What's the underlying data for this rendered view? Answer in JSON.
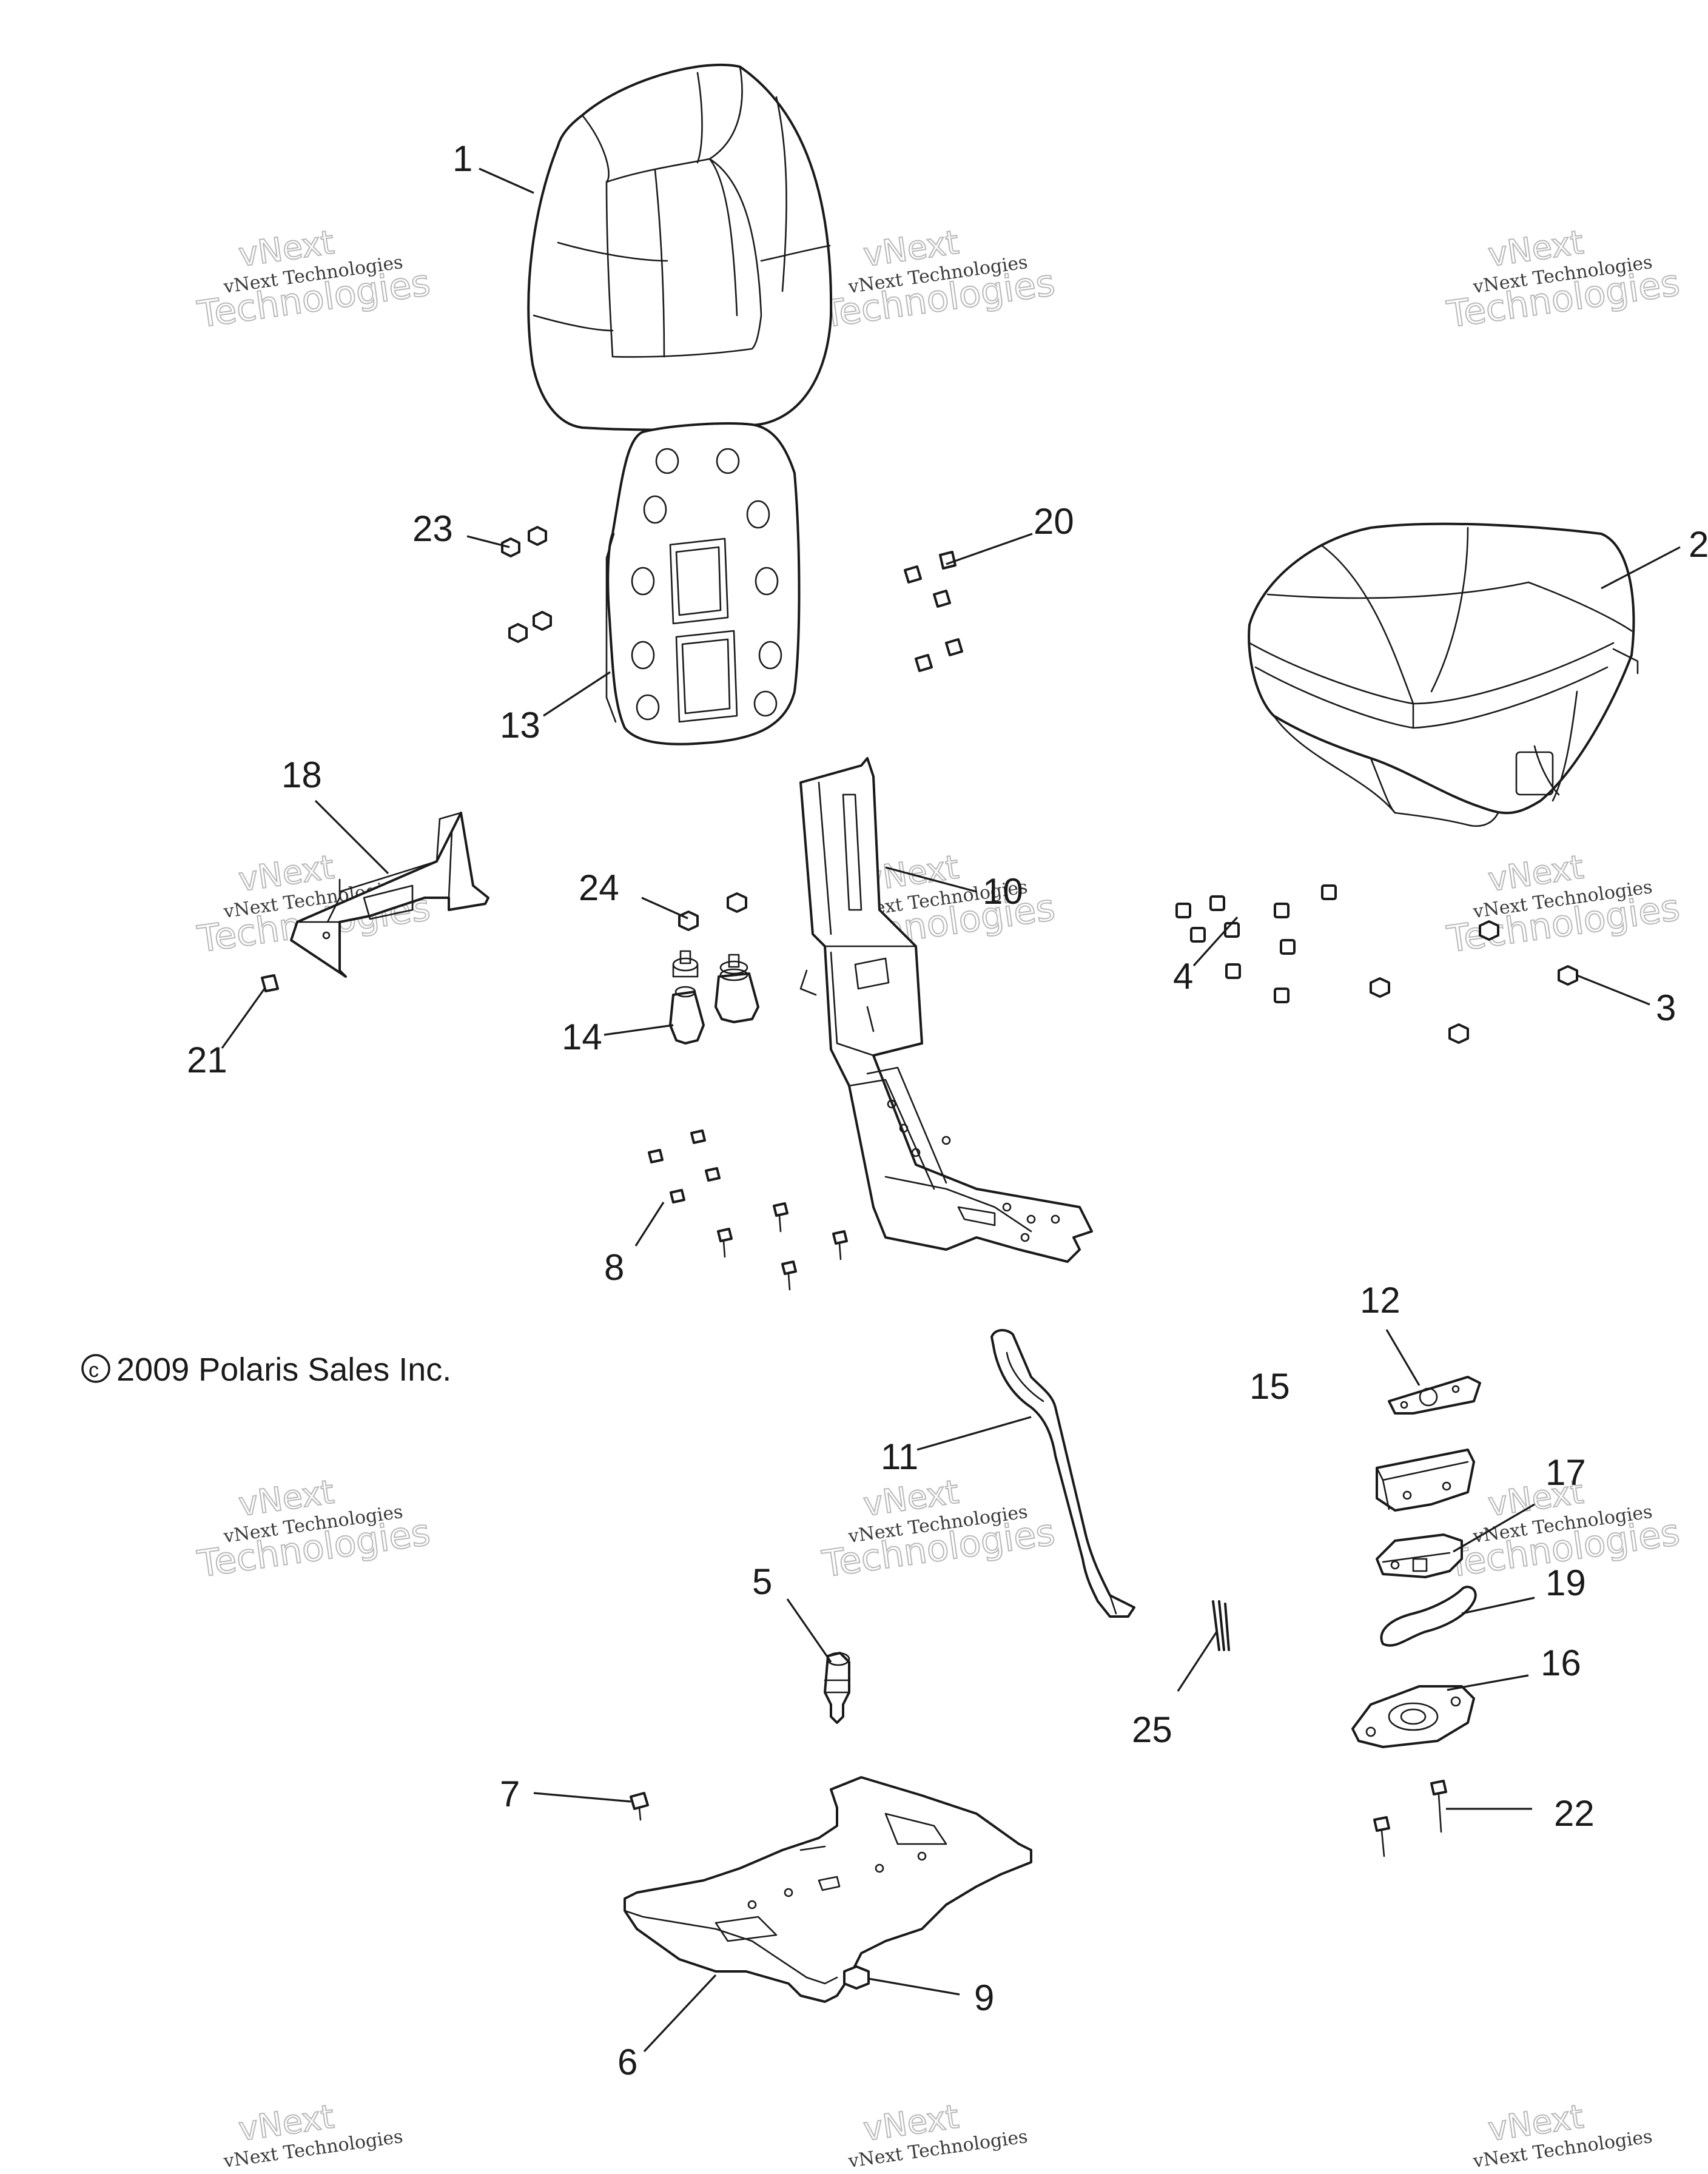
{
  "copyright": {
    "symbol": "©",
    "text": "2009 Polaris Sales Inc."
  },
  "watermark": {
    "brand_top": "vNext",
    "small": "vNext Technologies",
    "large": "Technologies"
  },
  "callouts": {
    "c1": "1",
    "c2": "2",
    "c3": "3",
    "c4": "4",
    "c5": "5",
    "c6": "6",
    "c7": "7",
    "c8": "8",
    "c9": "9",
    "c10": "10",
    "c11": "11",
    "c12": "12",
    "c13": "13",
    "c14": "14",
    "c15": "15",
    "c16": "16",
    "c17": "17",
    "c18": "18",
    "c19": "19",
    "c20": "20",
    "c21": "21",
    "c22": "22",
    "c23": "23",
    "c24": "24",
    "c25": "25"
  },
  "colors": {
    "line": "#1a1a1a",
    "background": "#ffffff",
    "watermark": "#b9b9b9"
  }
}
